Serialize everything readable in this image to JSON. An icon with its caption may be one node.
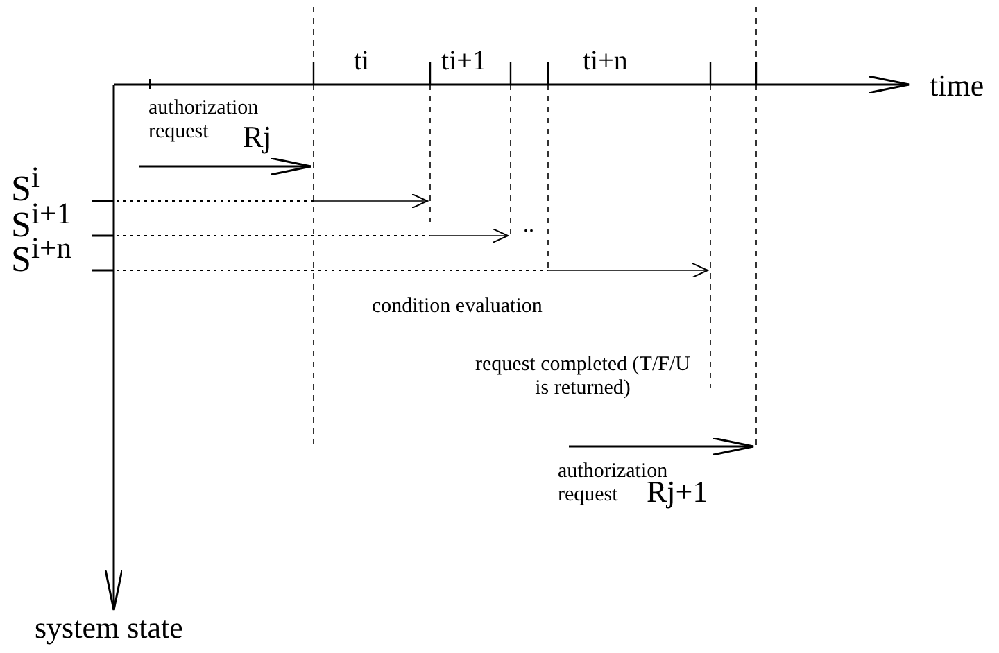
{
  "diagram": {
    "labels": [
      "ti",
      "ti+1",
      "ti+n",
      "time",
      "authorization request",
      "Rj",
      "S$^{i}$",
      "S$^{i+1}$",
      "..",
      "S$^{i+n}$",
      "condition evaluation",
      "request completed (T/F/U is returned)",
      "authorization request",
      "Rj+1",
      "system state"
    ]
  }
}
